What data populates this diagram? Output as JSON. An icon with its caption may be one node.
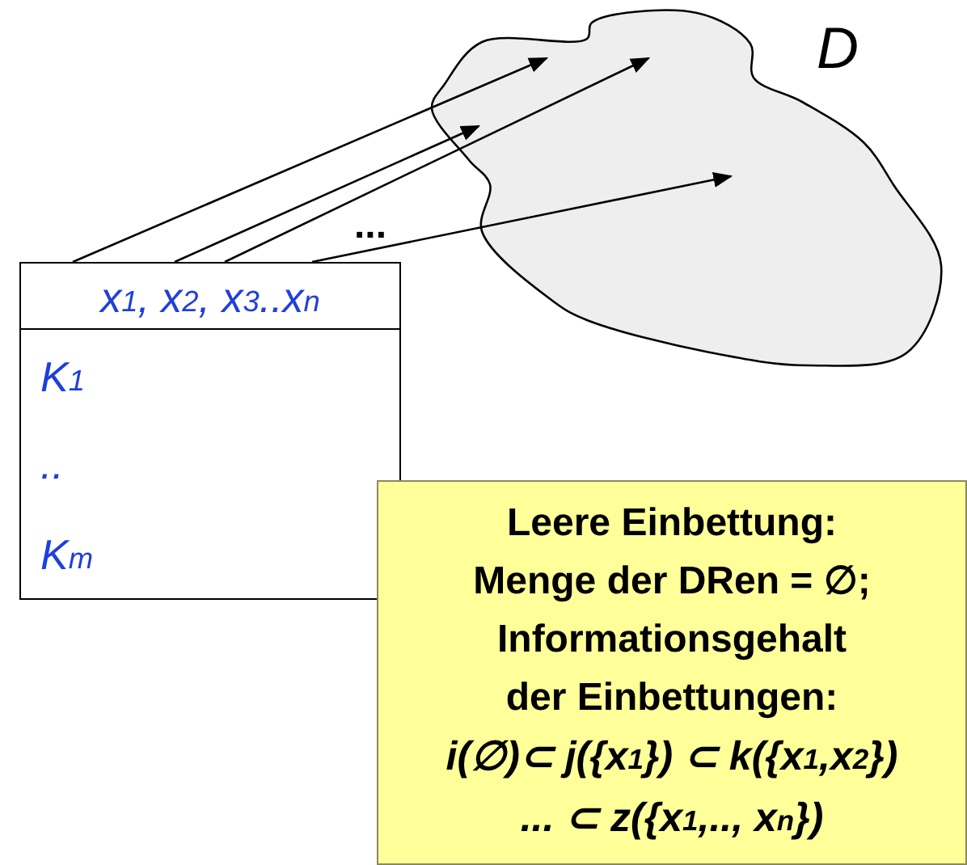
{
  "diagram": {
    "nodes": [
      {
        "text": [
          "x$_{1}$, x$_{2}$, x$_{3}$..x$_{n}$",
          "K$_{1}$",
          "..",
          "K$_{m}$"
        ]
      },
      {
        "text": [
          "D"
        ]
      },
      {
        "text": [
          "Leere Einbettung: Menge der DRen = ∅; Informationsgehalt der Einbettungen:",
          "i(∅)⊂ j({*x*$_{1}$}) ⊂ k({*x*$_{1}$,*x*$_{2}$}) ... ⊂ z({*x*$_{1}$,.., *x*$_{n}$})"
        ]
      }
    ],
    "edges": [
      {
        "from": 0,
        "to": 1,
        "arrow": "to"
      },
      {
        "from": 0,
        "to": 1,
        "arrow": "to"
      },
      {
        "from": 0,
        "to": 1,
        "arrow": "to"
      },
      {
        "from": 0,
        "to": 1,
        "arrow": "to"
      }
    ],
    "labels": [
      "..."
    ]
  }
}
